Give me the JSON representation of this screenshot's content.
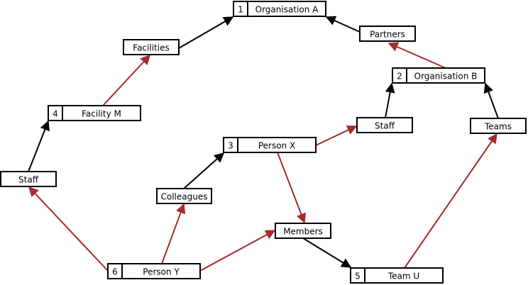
{
  "colors": {
    "black_edge": "#000000",
    "red_edge": "#a52a2a"
  },
  "nodes": [
    {
      "id": "orgA",
      "number": "1",
      "label": "Organisation A"
    },
    {
      "id": "orgB",
      "number": "2",
      "label": "Organisation B"
    },
    {
      "id": "personX",
      "number": "3",
      "label": "Person X"
    },
    {
      "id": "facilityM",
      "number": "4",
      "label": "Facility M"
    },
    {
      "id": "teamU",
      "number": "5",
      "label": "Team U"
    },
    {
      "id": "personY",
      "number": "6",
      "label": "Person Y"
    },
    {
      "id": "facilities",
      "label": "Facilities"
    },
    {
      "id": "partners",
      "label": "Partners"
    },
    {
      "id": "staffB",
      "label": "Staff"
    },
    {
      "id": "teams",
      "label": "Teams"
    },
    {
      "id": "staffM",
      "label": "Staff"
    },
    {
      "id": "colleagues",
      "label": "Colleagues"
    },
    {
      "id": "members",
      "label": "Members"
    }
  ],
  "edges": [
    {
      "from": "facilities",
      "to": "orgA",
      "color": "black"
    },
    {
      "from": "partners",
      "to": "orgA",
      "color": "black"
    },
    {
      "from": "orgB",
      "to": "partners",
      "color": "red"
    },
    {
      "from": "facilityM",
      "to": "facilities",
      "color": "red"
    },
    {
      "from": "staffB",
      "to": "orgB",
      "color": "black"
    },
    {
      "from": "teams",
      "to": "orgB",
      "color": "black"
    },
    {
      "from": "personX",
      "to": "staffB",
      "color": "red"
    },
    {
      "from": "staffM",
      "to": "facilityM",
      "color": "black"
    },
    {
      "from": "colleagues",
      "to": "personX",
      "color": "black"
    },
    {
      "from": "personX",
      "to": "members",
      "color": "red"
    },
    {
      "from": "personY",
      "to": "staffM",
      "color": "red"
    },
    {
      "from": "personY",
      "to": "colleagues",
      "color": "red"
    },
    {
      "from": "personY",
      "to": "members",
      "color": "red"
    },
    {
      "from": "members",
      "to": "teamU",
      "color": "black"
    },
    {
      "from": "teamU",
      "to": "teams",
      "color": "red"
    }
  ]
}
